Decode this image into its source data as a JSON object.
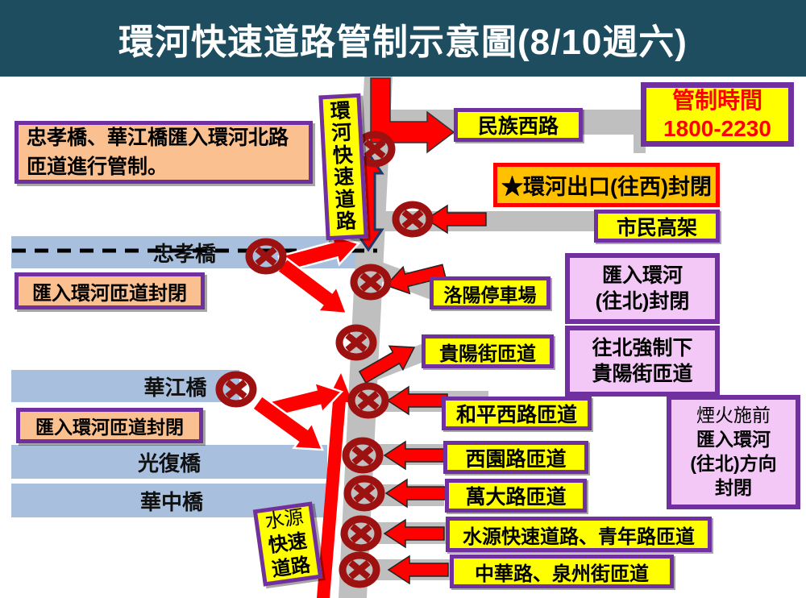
{
  "title": "環河快速道路管制示意圖(8/10週六)",
  "control_time": {
    "heading": "管制時間",
    "hours": "1800-2230"
  },
  "note": "忠孝橋、華江橋匯入環河北路匝道進行管制。",
  "expressway_vertical_label": "環河快速道路",
  "shuiyuan_vertical_label": {
    "line1": "水源",
    "line2": "快速",
    "line3": "道路"
  },
  "bridges": {
    "zhongxiao": "忠孝橋",
    "huajiang": "華江橋",
    "guangfu": "光復橋",
    "huazhong": "華中橋"
  },
  "closed_merge_note_1": "匯入環河匝道封閉",
  "closed_merge_note_2": "匯入環河匝道封閉",
  "ramps": {
    "minzu": "民族西路",
    "shimin": "市民高架",
    "luoyang": "洛陽停車場",
    "guiyang": "貴陽街匝道",
    "heping": "和平西路匝道",
    "xiyuan": "西園路匝道",
    "wanda": "萬大路匝道",
    "shuiyuan_qingnian": "水源快速道路、青年路匝道",
    "zhonghua_quanzhou": "中華路、泉州街匝道"
  },
  "exit_closed": "★環河出口(往西)封閉",
  "north_merge_closed": {
    "line1": "匯入環河",
    "line2": "(往北)封閉"
  },
  "forced_exit": {
    "line1": "往北強制下",
    "line2": "貴陽街匝道"
  },
  "fireworks_note": {
    "line1": "煙火施前",
    "line2": "匯入環河",
    "line3": "(往北)方向",
    "line4": "封閉"
  },
  "colors": {
    "header_bg": "#1E4D60",
    "label_yellow": "#FFFF00",
    "border_purple": "#7030A0",
    "peach": "#FAC090",
    "pink": "#F3C7F6",
    "bridge_blue": "#A8C0DE",
    "road_gray": "#BFBFBF",
    "arrow_red": "#FF0000",
    "no_entry_red": "#9E1111",
    "orange": "#FFC000",
    "time_text_red": "#FF0000",
    "navy_outline": "#1F3864"
  }
}
